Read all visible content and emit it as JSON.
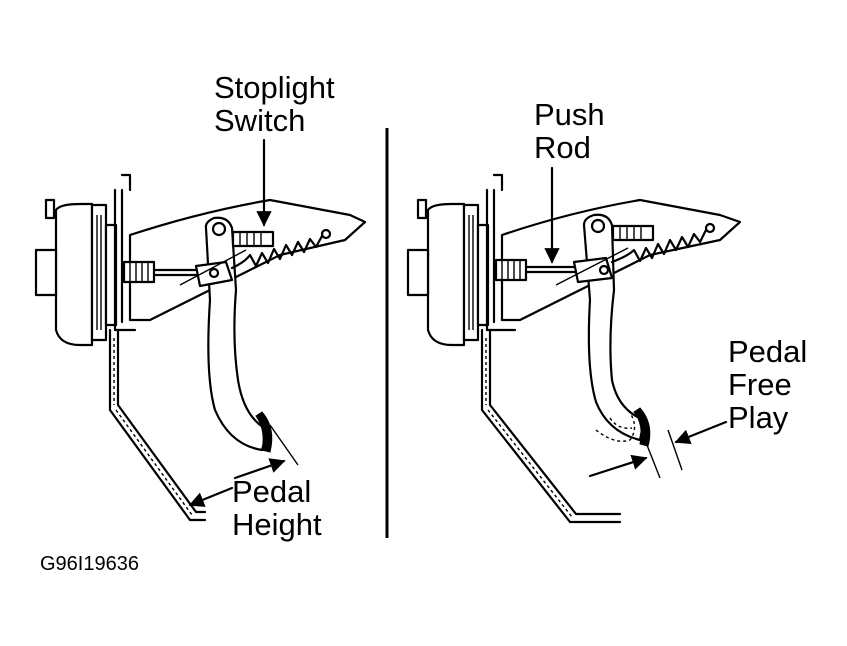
{
  "labels": {
    "stoplight_line1": "Stoplight",
    "stoplight_line2": "Switch",
    "pushrod_line1": "Push",
    "pushrod_line2": "Rod",
    "freeplay_line1": "Pedal",
    "freeplay_line2": "Free",
    "freeplay_line3": "Play",
    "height_line1": "Pedal",
    "height_line2": "Height"
  },
  "figure_code": "G96I19636"
}
